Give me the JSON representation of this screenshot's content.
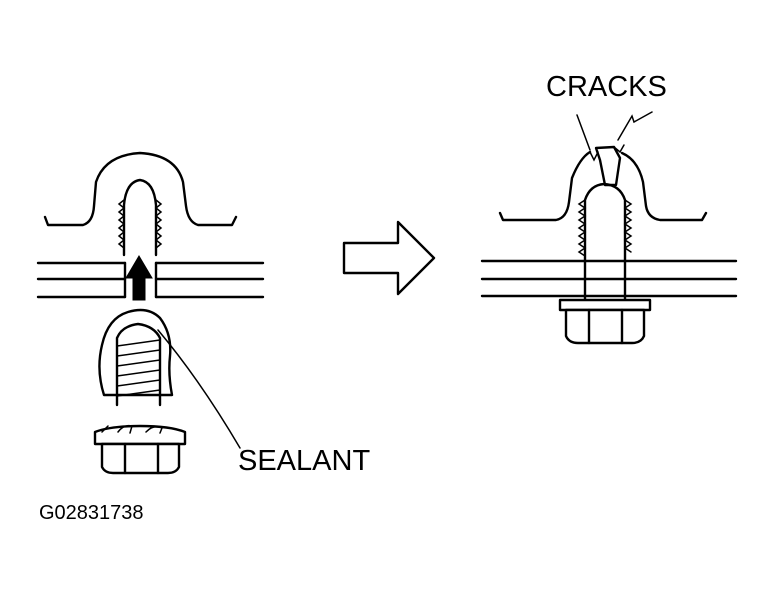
{
  "labels": {
    "cracks": "CRACKS",
    "sealant": "SEALANT",
    "figure_code": "G02831738"
  },
  "colors": {
    "ink": "#000000",
    "background": "#ffffff"
  }
}
